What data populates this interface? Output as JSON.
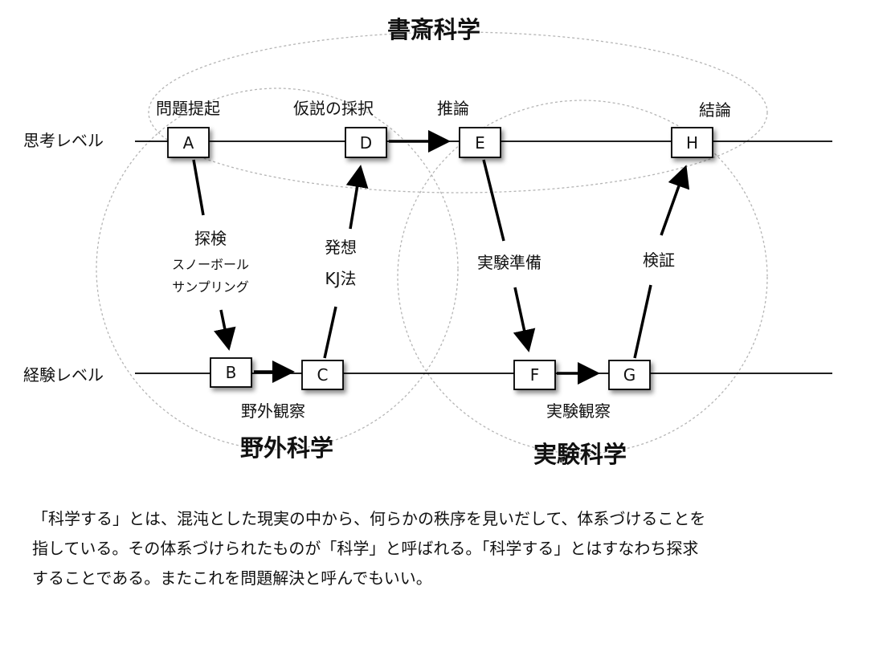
{
  "titles": {
    "shosai": "書斎科学",
    "yagai": "野外科学",
    "jikken": "実験科学"
  },
  "levels": {
    "thinking": "思考レベル",
    "experience": "経験レベル"
  },
  "nodes": {
    "A": "A",
    "B": "B",
    "C": "C",
    "D": "D",
    "E": "E",
    "F": "F",
    "G": "G",
    "H": "H"
  },
  "steps": {
    "mondai": "問題提起",
    "kasetsu": "仮説の採択",
    "suiron": "推論",
    "ketsuron": "結論",
    "tanken": "探検",
    "snowball": "スノーボール",
    "sampling": "サンプリング",
    "hassou": "発想",
    "kj": "KJ法",
    "jikken_junbi": "実験準備",
    "kenshou": "検証",
    "yagai_kansatsu": "野外観察",
    "jikken_kansatsu": "実験観察"
  },
  "paragraph": {
    "line1": "「科学する」とは、混沌とした現実の中から、何らかの秩序を見いだして、体系づけることを",
    "line2": "指している。その体系づけられたものが「科学」と呼ばれる。「科学する」とはすなわち探求",
    "line3": "することである。またこれを問題解決と呼んでもいい。"
  }
}
